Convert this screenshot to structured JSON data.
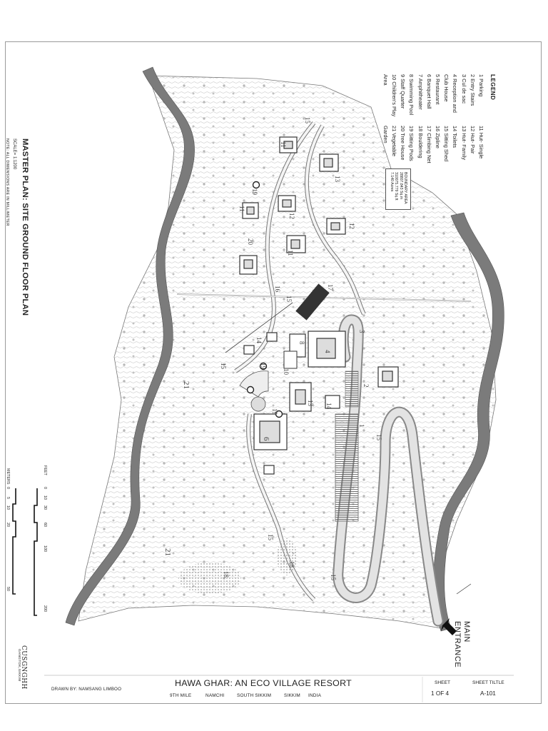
{
  "legend": {
    "title": "LEGEND",
    "items": [
      "1 Parking",
      "11 Hut- Single",
      "2 Entry Stairs",
      "12 Hut- Pair",
      "3 Cul de sac",
      "13 Hut- Family",
      "4 Reception and",
      "14 Toilets",
      "Club House",
      "15 Sitting Shed",
      "5 Restaurant",
      "16 Zipline",
      "6 Banquet Hall",
      "17 Climbing Net",
      "7 Amphitheater",
      "18 Bouldering",
      "8 Swimming Pool",
      "19 Sitting Pods",
      "9 Staff Quarter",
      "20 Tree House",
      "10 Children's Play",
      "21 Vegetable",
      "Area",
      "Garden"
    ]
  },
  "boundary": {
    "lines": [
      "BOUNDARY AREA",
      "28807.843 Sq.m",
      "310075.779 Sq.ft",
      "7.140 Acres"
    ]
  },
  "title_block": {
    "title": "MASTER PLAN: SITE GROUND FLOOR PLAN",
    "scale": "SCALE= 1:1200",
    "note": "NOTE:   ALL DIMENSIONS ARE IN MILLIMETER"
  },
  "scale_bar": {
    "feet_label": "FEET",
    "feet_ticks": [
      "0",
      "10",
      "30",
      "60",
      "100",
      "200"
    ],
    "meters_label": "METERS",
    "meters_ticks": [
      "0",
      "5",
      "10",
      "20",
      "50"
    ]
  },
  "main_entrance": [
    "MAIN",
    "ENTRANCE"
  ],
  "footer": {
    "drawn_by": "DRAWN BY: NAMSANG LIMBOO",
    "project_title": "HAWA GHAR: AN ECO VILLAGE RESORT",
    "location": [
      "9TH MILE",
      "NAMCHI",
      "SOUTH SIKKIM",
      "SIKKIM",
      "INDIA"
    ],
    "sheet_label": "SHEET",
    "sheet_value": "1 OF 4",
    "sheet_title_label": "SHEET TILTLE",
    "sheet_title_value": "A-101"
  },
  "logo": {
    "name": "CUSGNGHH",
    "city": "GANGTOK,SIKKIM"
  },
  "map_labels": [
    "15",
    "11",
    "13",
    "19",
    "11",
    "12",
    "12",
    "20",
    "11",
    "16",
    "17",
    "15",
    "3",
    "14",
    "8",
    "4",
    "10",
    "19",
    "15",
    "2",
    "21",
    "19",
    "14",
    "13",
    "6",
    "1",
    "15",
    "21",
    "18",
    "18",
    "15",
    "15"
  ]
}
